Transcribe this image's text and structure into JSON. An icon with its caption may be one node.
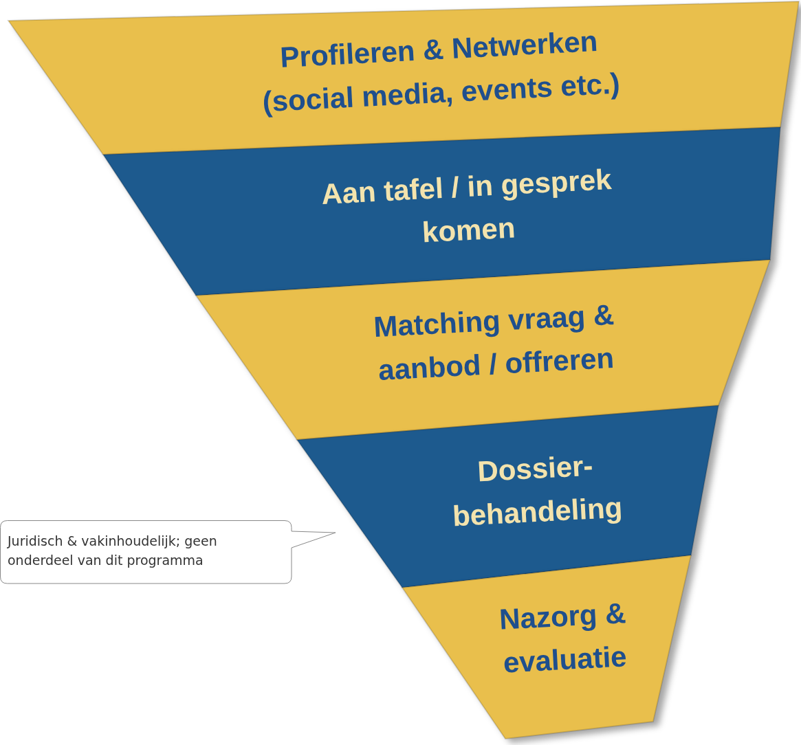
{
  "diagram": {
    "nodes": [
      {
        "text": [
          "Profileren & Netwerken (social media, events etc.)"
        ]
      },
      {
        "text": [
          "Aan tafel / in gesprek komen"
        ]
      },
      {
        "text": [
          "Matching vraag & aanbod / offreren"
        ]
      },
      {
        "text": [
          "Dossier- behandeling"
        ]
      },
      {
        "text": [
          "Nazorg & evaluatie"
        ]
      },
      {
        "text": [
          "Juridisch & vakinhoudelijk; geen onderdeel van dit programma"
        ]
      }
    ],
    "edges": []
  }
}
